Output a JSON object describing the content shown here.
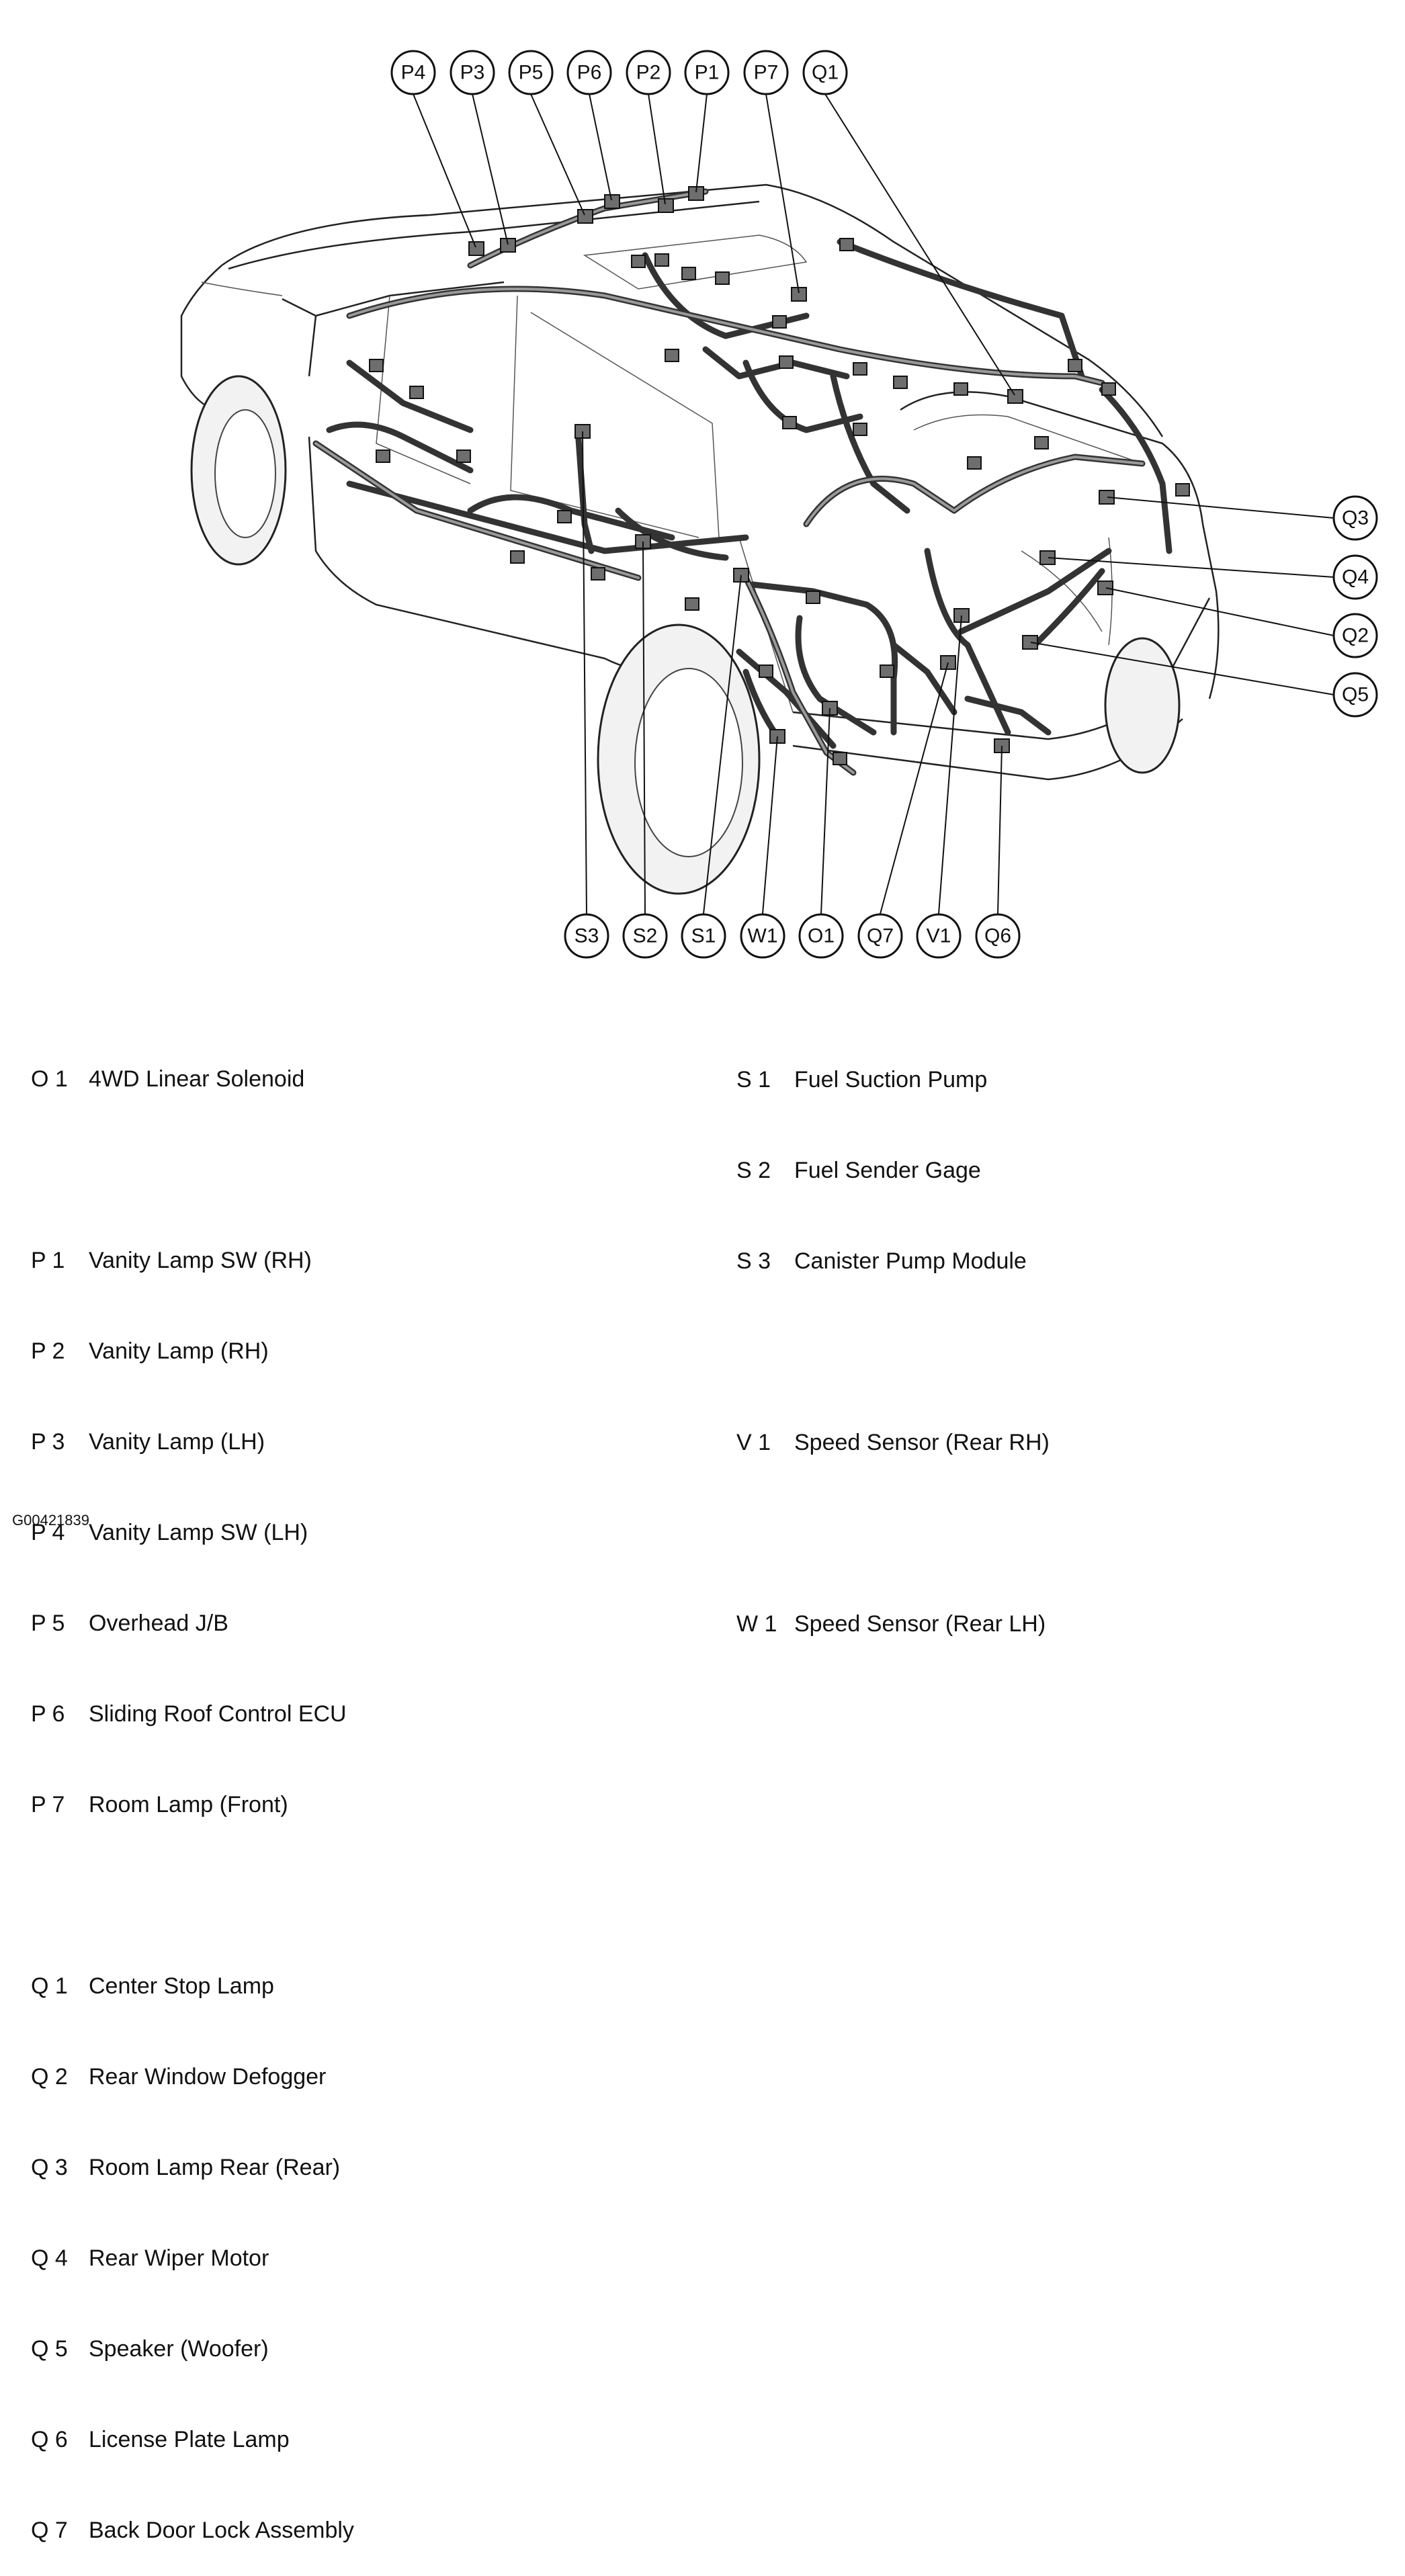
{
  "callouts": {
    "top": [
      "P4",
      "P3",
      "P5",
      "P6",
      "P2",
      "P1",
      "P7",
      "Q1"
    ],
    "right": [
      "Q3",
      "Q4",
      "Q2",
      "Q5"
    ],
    "bottom": [
      "S3",
      "S2",
      "S1",
      "W1",
      "O1",
      "Q7",
      "V1",
      "Q6"
    ]
  },
  "legend": {
    "left": [
      {
        "code": "O 1",
        "label": "4WD Linear Solenoid"
      },
      {
        "spacer": true
      },
      {
        "code": "P 1",
        "label": "Vanity Lamp SW (RH)"
      },
      {
        "code": "P 2",
        "label": "Vanity Lamp (RH)"
      },
      {
        "code": "P 3",
        "label": "Vanity Lamp (LH)"
      },
      {
        "code": "P 4",
        "label": "Vanity Lamp SW (LH)"
      },
      {
        "code": "P 5",
        "label": "Overhead J/B"
      },
      {
        "code": "P 6",
        "label": "Sliding Roof Control ECU"
      },
      {
        "code": "P 7",
        "label": "Room Lamp (Front)"
      },
      {
        "spacer": true
      },
      {
        "code": "Q 1",
        "label": "Center Stop Lamp"
      },
      {
        "code": "Q 2",
        "label": "Rear Window Defogger"
      },
      {
        "code": "Q 3",
        "label": "Room Lamp Rear (Rear)"
      },
      {
        "code": "Q 4",
        "label": "Rear Wiper Motor"
      },
      {
        "code": "Q 5",
        "label": "Speaker (Woofer)"
      },
      {
        "code": "Q 6",
        "label": "License Plate Lamp"
      },
      {
        "code": "Q 7",
        "label": "Back Door Lock Assembly"
      }
    ],
    "right": [
      {
        "code": "S 1",
        "label": "Fuel Suction Pump"
      },
      {
        "code": "S 2",
        "label": "Fuel Sender Gage"
      },
      {
        "code": "S 3",
        "label": "Canister Pump Module"
      },
      {
        "spacer": true
      },
      {
        "code": "V 1",
        "label": "Speed Sensor (Rear RH)"
      },
      {
        "spacer": true
      },
      {
        "code": "W 1",
        "label": "Speed Sensor (Rear LH)"
      }
    ]
  },
  "figure_id": "G00421839"
}
